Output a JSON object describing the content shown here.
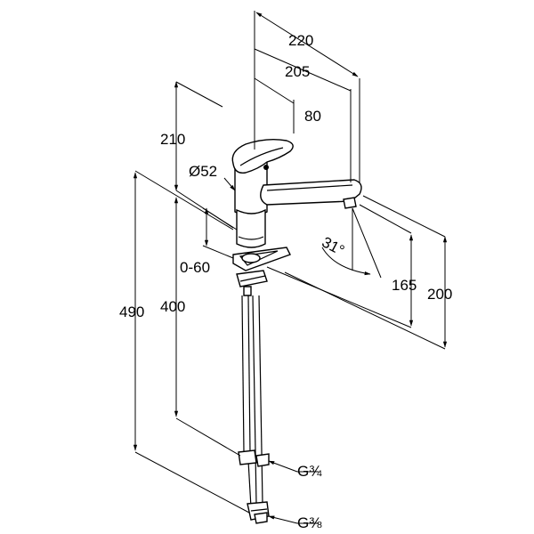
{
  "dimensions": {
    "d220": "220",
    "d205": "205",
    "d80": "80",
    "d210": "210",
    "d52": "Ø52",
    "d060": "0-60",
    "d490": "490",
    "d400": "400",
    "d31": "31°",
    "d165": "165",
    "d200": "200"
  },
  "connections": {
    "g34": "G¾",
    "g38": "G⅜"
  },
  "colors": {
    "line": "#000000",
    "background": "#ffffff"
  }
}
